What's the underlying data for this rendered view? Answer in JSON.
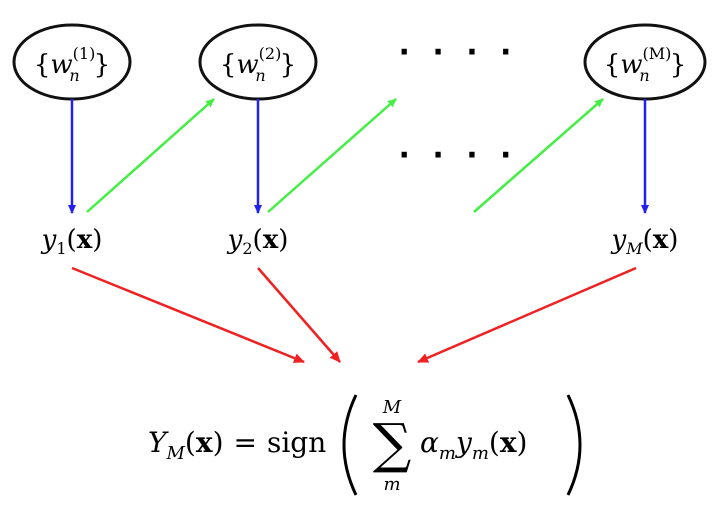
{
  "nodes": {
    "w1": {
      "base": "w",
      "sub": "n",
      "sup": "(1)"
    },
    "w2": {
      "base": "w",
      "sub": "n",
      "sup": "(2)"
    },
    "wM": {
      "base": "w",
      "sub": "n",
      "sup": "(M)"
    }
  },
  "classifiers": {
    "y1": {
      "base": "y",
      "sub": "1",
      "arg": "x"
    },
    "y2": {
      "base": "y",
      "sub": "2",
      "arg": "x"
    },
    "yM": {
      "base": "y",
      "sub": "M",
      "arg": "x"
    }
  },
  "ellipsis_top": "· · · ·",
  "ellipsis_mid": "· · · ·",
  "formula": {
    "lhs_base": "Y",
    "lhs_sub": "M",
    "lhs_arg": "x",
    "equals": "=",
    "func": "sign",
    "sum_upper": "M",
    "sum_lower": "m",
    "alpha": "α",
    "alpha_sub": "m",
    "y": "y",
    "y_sub": "m",
    "arg": "x"
  },
  "colors": {
    "weight_arrow": "#2222ee",
    "propagate_arrow": "#44ee44",
    "combine_arrow": "#ee2222",
    "ellipse_stroke": "#111111"
  }
}
